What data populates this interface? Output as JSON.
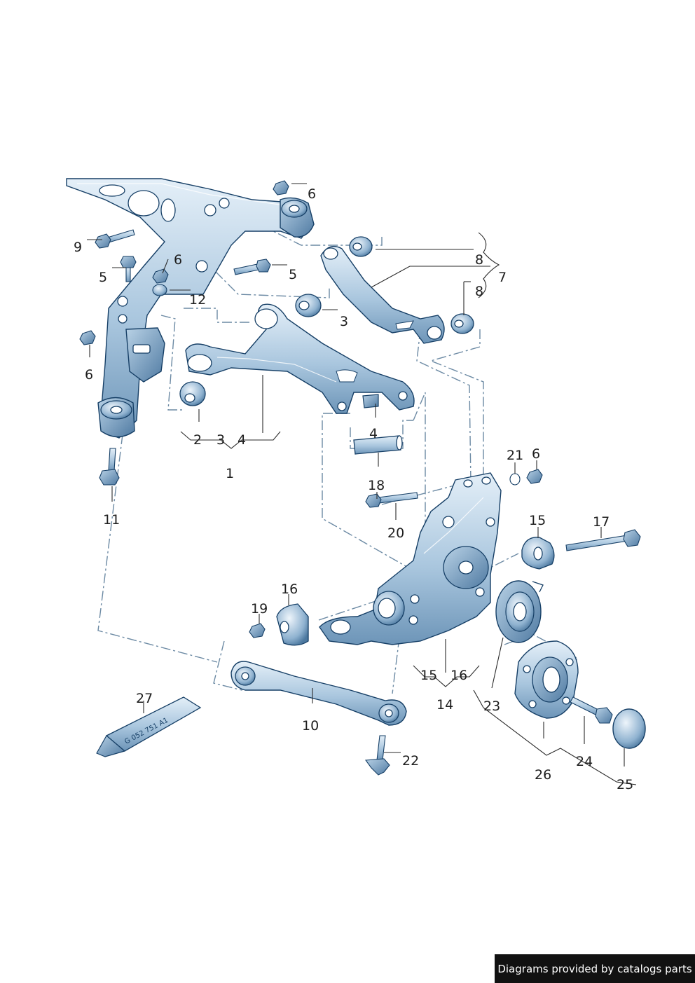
{
  "parts": [
    {
      "id": "p1",
      "text": "1"
    },
    {
      "id": "p2",
      "text": "2"
    },
    {
      "id": "p3a",
      "text": "3"
    },
    {
      "id": "p4a",
      "text": "4"
    },
    {
      "id": "p3b",
      "text": "3"
    },
    {
      "id": "p4b",
      "text": "4"
    },
    {
      "id": "p5a",
      "text": "5"
    },
    {
      "id": "p5b",
      "text": "5"
    },
    {
      "id": "p6a",
      "text": "6"
    },
    {
      "id": "p6b",
      "text": "6"
    },
    {
      "id": "p6c",
      "text": "6"
    },
    {
      "id": "p6d",
      "text": "6"
    },
    {
      "id": "p7",
      "text": "7"
    },
    {
      "id": "p8a",
      "text": "8"
    },
    {
      "id": "p8b",
      "text": "8"
    },
    {
      "id": "p9",
      "text": "9"
    },
    {
      "id": "p10",
      "text": "10"
    },
    {
      "id": "p11",
      "text": "11"
    },
    {
      "id": "p12",
      "text": "12"
    },
    {
      "id": "p14",
      "text": "14"
    },
    {
      "id": "p15a",
      "text": "15"
    },
    {
      "id": "p15b",
      "text": "15"
    },
    {
      "id": "p16a",
      "text": "16"
    },
    {
      "id": "p16b",
      "text": "16"
    },
    {
      "id": "p17",
      "text": "17"
    },
    {
      "id": "p18",
      "text": "18"
    },
    {
      "id": "p19",
      "text": "19"
    },
    {
      "id": "p20",
      "text": "20"
    },
    {
      "id": "p21",
      "text": "21"
    },
    {
      "id": "p22",
      "text": "22"
    },
    {
      "id": "p23",
      "text": "23"
    },
    {
      "id": "p24",
      "text": "24"
    },
    {
      "id": "p25",
      "text": "25"
    },
    {
      "id": "p26",
      "text": "26"
    },
    {
      "id": "p27",
      "text": "27"
    }
  ],
  "tube_print": "G  052  751  A1",
  "credit": "Diagrams provided by catalogs parts",
  "colors": {
    "steel_light": "#dbe9f4",
    "steel_mid": "#a9c6de",
    "steel_dark": "#5f88ad",
    "outline": "#163f66",
    "dash": "#6c8aa4"
  }
}
